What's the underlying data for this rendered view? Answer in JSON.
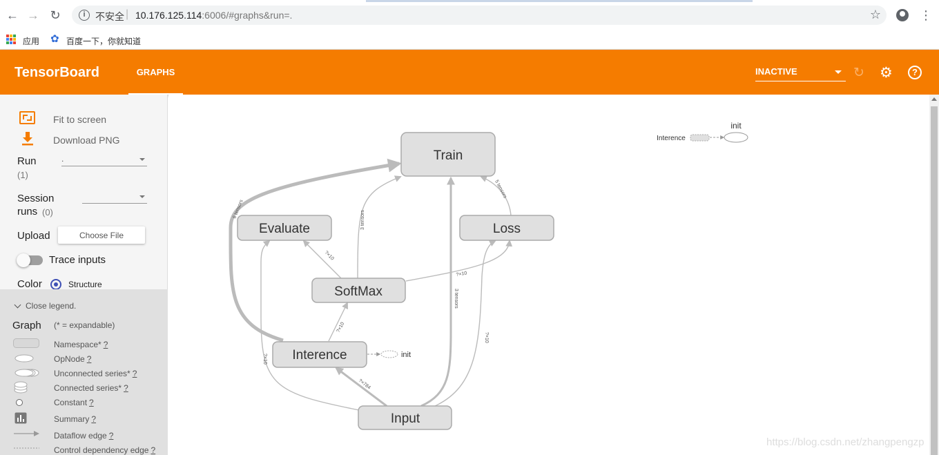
{
  "browser": {
    "insecure_label": "不安全",
    "url_host": "10.176.125.114",
    "url_rest": ":6006/#graphs&run=.",
    "bookmarks": [
      "应用",
      "百度一下，你就知道"
    ]
  },
  "header": {
    "title": "TensorBoard",
    "tab": "GRAPHS",
    "status_select": "INACTIVE"
  },
  "sidebar": {
    "fit_label": "Fit to screen",
    "download_label": "Download PNG",
    "run_label": "Run",
    "run_count": "(1)",
    "run_value": ".",
    "session_label_1": "Session",
    "session_label_2": "runs",
    "session_count": "(0)",
    "session_value": "",
    "upload_label": "Upload",
    "choose_file": "Choose File",
    "trace_label": "Trace inputs",
    "color_label": "Color",
    "color_option": "Structure"
  },
  "legend": {
    "toggle": "Close legend.",
    "title": "Graph",
    "note": "(* = expandable)",
    "help_mark": "?",
    "items": [
      {
        "label": "Namespace*"
      },
      {
        "label": "OpNode"
      },
      {
        "label": "Unconnected series*"
      },
      {
        "label": "Connected series*"
      },
      {
        "label": "Constant"
      },
      {
        "label": "Summary"
      },
      {
        "label": "Dataflow edge"
      },
      {
        "label": "Control dependency edge"
      }
    ]
  },
  "graph": {
    "nodes": {
      "train": "Train",
      "evaluate": "Evaluate",
      "loss": "Loss",
      "softmax": "SoftMax",
      "interence": "Interence",
      "input": "Input",
      "init_inline": "init",
      "aux_interence": "Interence",
      "aux_init": "init"
    },
    "edge_labels": {
      "train_from_interence": "6 tensors",
      "train_from_softmax": "3 tensors",
      "train_from_loss": "5 tensors",
      "evaluate_from_softmax": "?×10",
      "loss_from_softmax": "?×10",
      "softmax_from_interence": "?×10",
      "train_from_input": "3 tensors",
      "loss_from_input": "?×10",
      "evaluate_from_input": "?×10",
      "interence_from_input": "?×784"
    }
  },
  "watermark": "https://blog.csdn.net/zhangpengzp",
  "colors": {
    "accent": "#f57c00",
    "node_fill": "#e0e0e0",
    "node_stroke": "#aaaaaa",
    "edge": "#bbbbbb",
    "radio": "#3f51b5"
  }
}
